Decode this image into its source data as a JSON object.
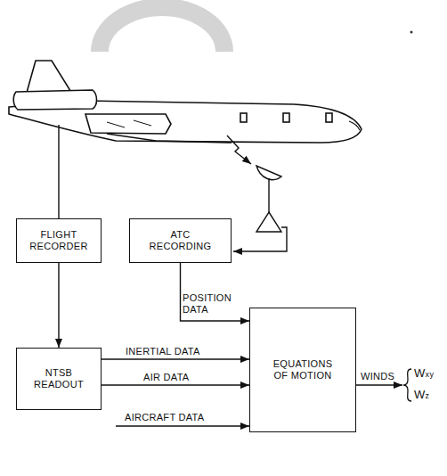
{
  "diagram": {
    "nodes": [
      {
        "text": [
          "FLIGHT RECORDER"
        ]
      },
      {
        "text": [
          "ATC RECORDING"
        ]
      },
      {
        "text": [
          "NTSB READOUT"
        ]
      },
      {
        "text": [
          "EQUATIONS OF MOTION"
        ]
      }
    ],
    "edges": [
      {
        "from": 0,
        "to": 2,
        "arrow": "to"
      },
      {
        "from": 1,
        "to": 3,
        "label": "POSITION DATA",
        "arrow": "to"
      },
      {
        "from": 2,
        "to": 3,
        "label": "INERTIAL DATA",
        "arrow": "to"
      },
      {
        "from": 2,
        "to": 3,
        "label": "AIR DATA",
        "arrow": "to"
      }
    ],
    "labels": [
      "AIRCRAFT DATA",
      "WINDS",
      "Wxy",
      "Wz"
    ]
  }
}
